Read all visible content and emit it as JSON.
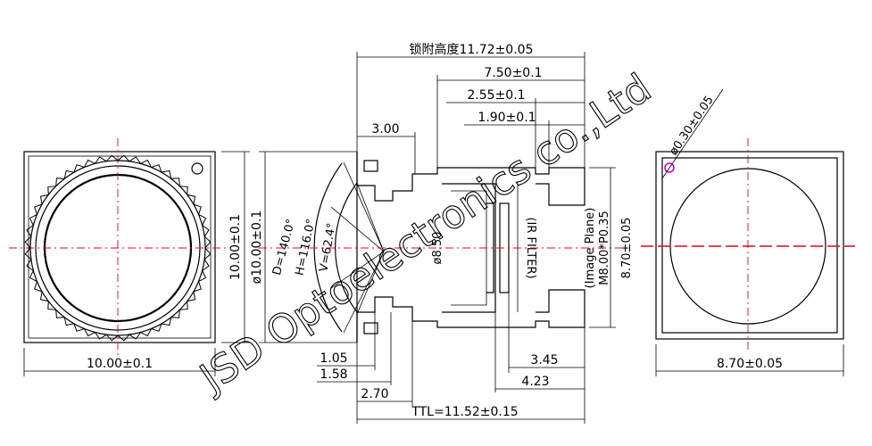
{
  "dimensions": {
    "top_total": "锁附高度11.72±0.05",
    "top_7_50": "7.50±0.1",
    "top_2_55": "2.55±0.1",
    "top_1_90": "1.90±0.1",
    "top_3_00": "3.00",
    "front_width": "10.00±0.1",
    "front_height": "10.00±0.1",
    "side_diameter": "ø10.00±0.1",
    "fov_d": "D=140.0°",
    "fov_h": "H=116.0°",
    "fov_v": "V=62.4°",
    "inner_diameter": "ø8.50",
    "ir_filter": "(IR FILTER)",
    "image_plane": "(Image Plane)",
    "thread": "M8.00*P0.35",
    "side_height_870": "8.70±0.05",
    "bottom_1_05": "1.05",
    "bottom_1_58": "1.58",
    "bottom_2_70": "2.70",
    "bottom_3_45": "3.45",
    "bottom_4_23": "4.23",
    "ttl": "TTL=11.52±0.15",
    "back_width": "8.70±0.05",
    "pin_hole": "ø0.30±0.05"
  },
  "watermark": {
    "line1": "JSD Optoelectronics co.,Ltd"
  },
  "colors": {
    "centerline": "#e8001c",
    "marker": "#cc00cc"
  }
}
